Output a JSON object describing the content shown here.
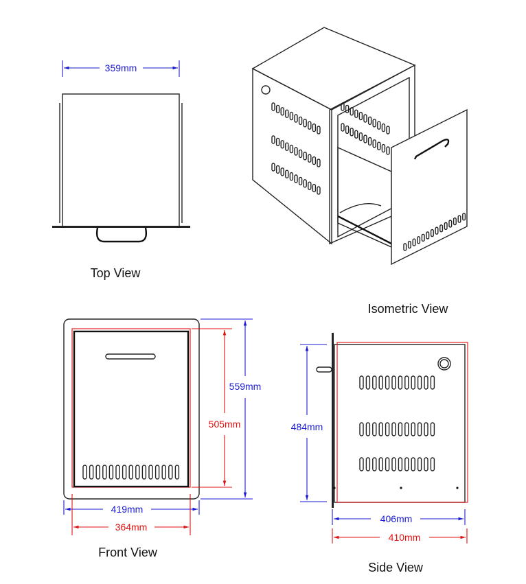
{
  "views": {
    "top": {
      "caption": "Top View",
      "width_label": "359mm"
    },
    "isometric": {
      "caption": "Isometric View"
    },
    "front": {
      "caption": "Front View",
      "height_outer_label": "559mm",
      "height_inner_label": "505mm",
      "width_outer_label": "419mm",
      "width_inner_label": "364mm"
    },
    "side": {
      "caption": "Side View",
      "height_label": "484mm",
      "depth_label": "406mm",
      "depth_outer_label": "410mm"
    }
  },
  "colors": {
    "outer_dimension": "#1a1ad0",
    "inner_dimension": "#e01010",
    "outline": "#222222"
  }
}
